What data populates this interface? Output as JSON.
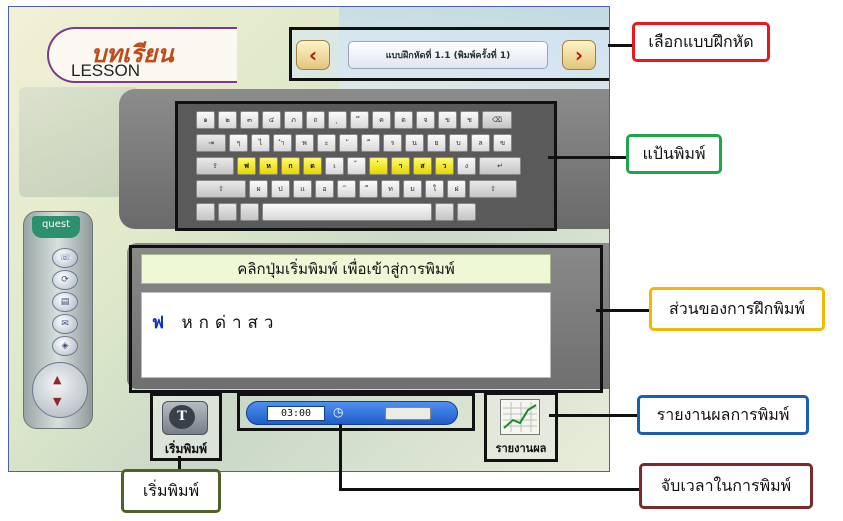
{
  "logo": {
    "thai": "บทเรียน",
    "english": "LESSON"
  },
  "exercise_selector": {
    "label": "แบบฝึกหัดที่ 1.1 (พิมพ์ครั้งที่ 1)",
    "prev_icon": "chevron-left-icon",
    "next_icon": "chevron-right-icon",
    "prev_glyph": "‹",
    "next_glyph": "›"
  },
  "keyboard": {
    "rows": [
      [
        "๑",
        "๒",
        "๓",
        "๔",
        "ภ",
        "ถ",
        "ุ",
        "ึ",
        "ค",
        "ต",
        "จ",
        "ข",
        "ช",
        "⌫"
      ],
      [
        "⇥",
        "ๆ",
        "ไ",
        "ำ",
        "พ",
        "ะ",
        "ั",
        "ี",
        "ร",
        "น",
        "ย",
        "บ",
        "ล",
        "ฃ"
      ],
      [
        "⇪",
        "ฟ",
        "ห",
        "ก",
        "ด",
        "เ",
        "้",
        "่",
        "า",
        "ส",
        "ว",
        "ง",
        "↵"
      ],
      [
        "⇧",
        "ผ",
        "ป",
        "แ",
        "อ",
        "ิ",
        "ื",
        "ท",
        "ม",
        "ใ",
        "ฝ",
        "⇧"
      ],
      [
        "",
        "",
        "",
        "space",
        "",
        ""
      ]
    ],
    "highlighted_keys": [
      "ฟ",
      "ห",
      "ก",
      "ด",
      "่",
      "า",
      "ส",
      "ว"
    ]
  },
  "typing_panel": {
    "instruction": "คลิกปุ่มเริ่มพิมพ์ เพื่อเข้าสู่การพิมพ์",
    "current_char": "ฟ",
    "rest_text": "หกด่าสว"
  },
  "sidebar": {
    "title": "quest",
    "buttons": [
      "icon-1",
      "icon-2",
      "icon-3",
      "icon-4",
      "icon-5"
    ],
    "button_glyphs": [
      "☏",
      "⟳",
      "▤",
      "✉",
      "◈"
    ],
    "dpad_up": "▲",
    "dpad_down": "▼"
  },
  "start_button": {
    "icon_letter": "T",
    "label": "เริ่มพิมพ์"
  },
  "timer": {
    "time": "03:00",
    "clock_glyph": "◷"
  },
  "report_button": {
    "label": "รายงานผล"
  },
  "callouts": {
    "select_exercise": "เลือกแบบฝึกหัด",
    "keyboard": "แป้นพิมพ์",
    "practice_area": "ส่วนของการฝึกพิมพ์",
    "report": "รายงานผลการพิมพ์",
    "start": "เริ่มพิมพ์",
    "timer": "จับเวลาในการพิมพ์"
  },
  "colors": {
    "select_exercise": "#e8191e",
    "keyboard": "#1fa64a",
    "practice_area": "#f2b800",
    "report": "#1a5fb0",
    "start": "#4f6228",
    "timer": "#7a2b2b"
  }
}
